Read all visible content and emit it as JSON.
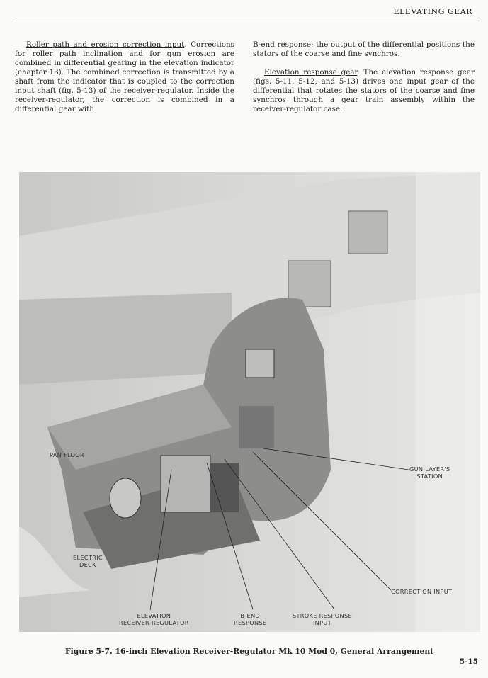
{
  "header": {
    "title": "ELEVATING GEAR"
  },
  "left_column": {
    "heading": "Roller path and erosion correction input",
    "text": ". Corrections for roller path inclination and for gun erosion are combined in differential gearing in the elevation indicator (chapter 13). The combined correction is transmitted by a shaft from the indicator that is coupled to the correction input shaft (fig. 5-13) of the receiver-regulator. Inside the receiver-regulator, the correction is combined in a differential gear with"
  },
  "right_column": {
    "continuation": "B-end response; the output of the differential positions the stators of the coarse and fine synchros.",
    "heading": "Elevation response gear",
    "text": ". The elevation response gear (figs. 5-11, 5-12, and 5-13) drives one input gear of the differential that rotates the stators of the coarse and fine synchros through a gear train assembly within the receiver-regulator case."
  },
  "figure": {
    "labels": {
      "pan_floor": "PAN FLOOR",
      "electric_deck_1": "ELECTRIC",
      "electric_deck_2": "DECK",
      "gun_layers_1": "GUN LAYER'S",
      "gun_layers_2": "STATION",
      "correction_input": "CORRECTION INPUT",
      "elevation_rr_1": "ELEVATION",
      "elevation_rr_2": "RECEIVER-REGULATOR",
      "bend_1": "B-END",
      "bend_2": "RESPONSE",
      "stroke_1": "STROKE RESPONSE",
      "stroke_2": "INPUT"
    },
    "caption": "Figure 5-7. 16-inch Elevation Receiver-Regulator Mk 10 Mod 0, General Arrangement"
  },
  "page_number": "5-15"
}
